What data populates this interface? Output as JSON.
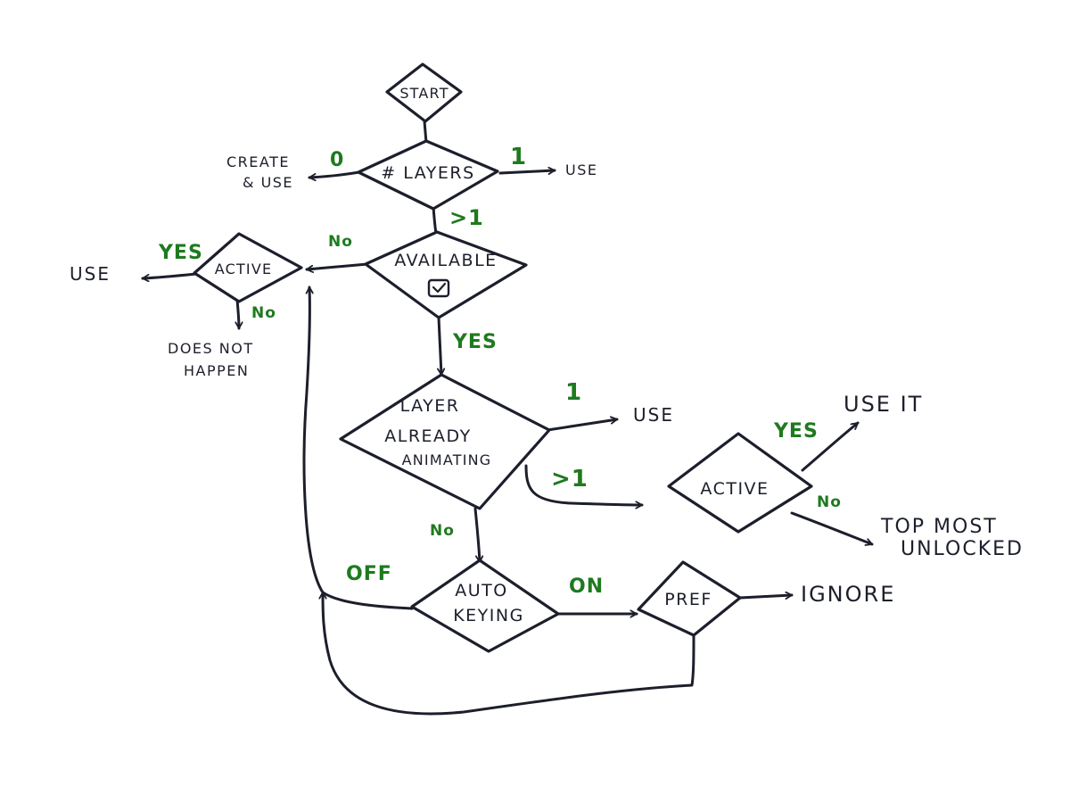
{
  "colors": {
    "ink": "#1c1f2b",
    "label_green": "#1e7a1e",
    "background": "#ffffff"
  },
  "nodes": {
    "start": "START",
    "layers": "# LAYERS",
    "available": "AVAILABLE",
    "active_left": "ACTIVE",
    "layer_already_line1": "LAYER",
    "layer_already_line2": "ALREADY",
    "layer_already_line3": "ANIMATING",
    "active_right": "ACTIVE",
    "auto_keying_line1": "AUTO",
    "auto_keying_line2": "KEYING",
    "pref": "PREF"
  },
  "outcomes": {
    "create_use_line1": "CREATE",
    "create_use_line2": "& USE",
    "use_layers": "USE",
    "use_active_left": "USE",
    "does_not_happen_line1": "DOES NOT",
    "does_not_happen_line2": "HAPPEN",
    "use_layer_already": "USE",
    "use_it": "USE IT",
    "top_most_line1": "TOP MOST",
    "top_most_line2": "UNLOCKED",
    "ignore": "IGNORE"
  },
  "edge_labels": {
    "layers_zero": "0",
    "layers_one": "1",
    "layers_many": ">1",
    "available_no": "No",
    "available_yes": "YES",
    "active_left_yes": "YES",
    "active_left_no": "No",
    "layer_one": "1",
    "layer_many": ">1",
    "layer_no": "No",
    "active_right_yes": "YES",
    "active_right_no": "No",
    "auto_on": "ON",
    "auto_off": "OFF"
  }
}
